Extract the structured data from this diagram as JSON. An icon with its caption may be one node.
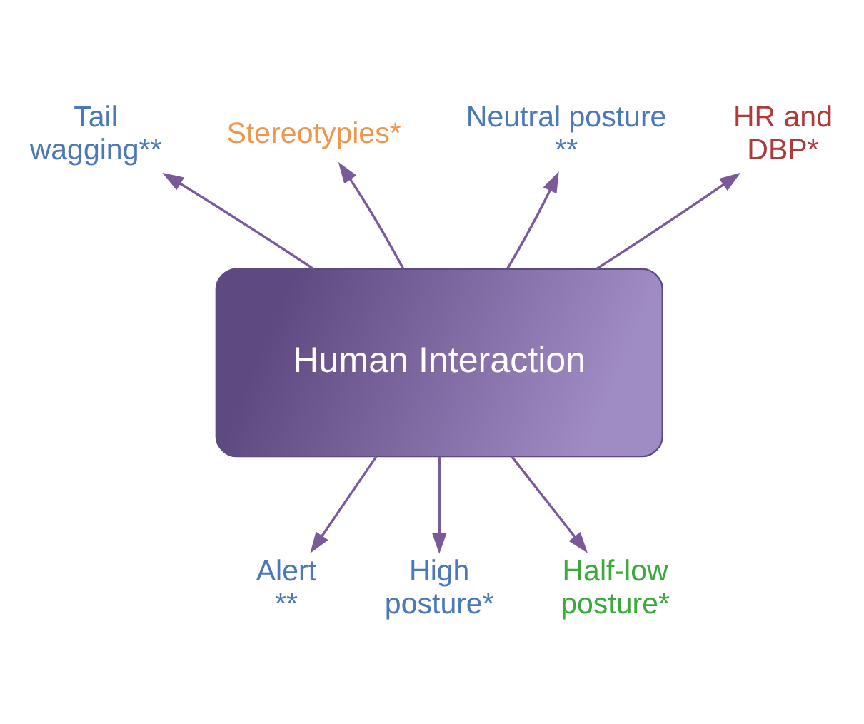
{
  "diagram": {
    "nodes": [
      {
        "text": [
          "Human Interaction"
        ]
      },
      {
        "text": [
          "Tail wagging**"
        ]
      },
      {
        "text": [
          "Stereotypies*"
        ]
      },
      {
        "text": [
          "Neutral posture **"
        ]
      },
      {
        "text": [
          "HR and DBP*"
        ]
      },
      {
        "text": [
          "Alert **"
        ]
      },
      {
        "text": [
          "High posture*"
        ]
      },
      {
        "text": [
          "Half-low posture*"
        ]
      }
    ],
    "edges": [
      {
        "from": 0,
        "to": 1,
        "arrow": "to"
      },
      {
        "from": 0,
        "to": 2,
        "arrow": "to"
      },
      {
        "from": 0,
        "to": 3,
        "arrow": "to"
      },
      {
        "from": 0,
        "to": 4,
        "arrow": "to"
      },
      {
        "from": 0,
        "to": 5,
        "arrow": "to"
      },
      {
        "from": 0,
        "to": 6,
        "arrow": "to"
      },
      {
        "from": 0,
        "to": 7,
        "arrow": "to"
      }
    ]
  }
}
